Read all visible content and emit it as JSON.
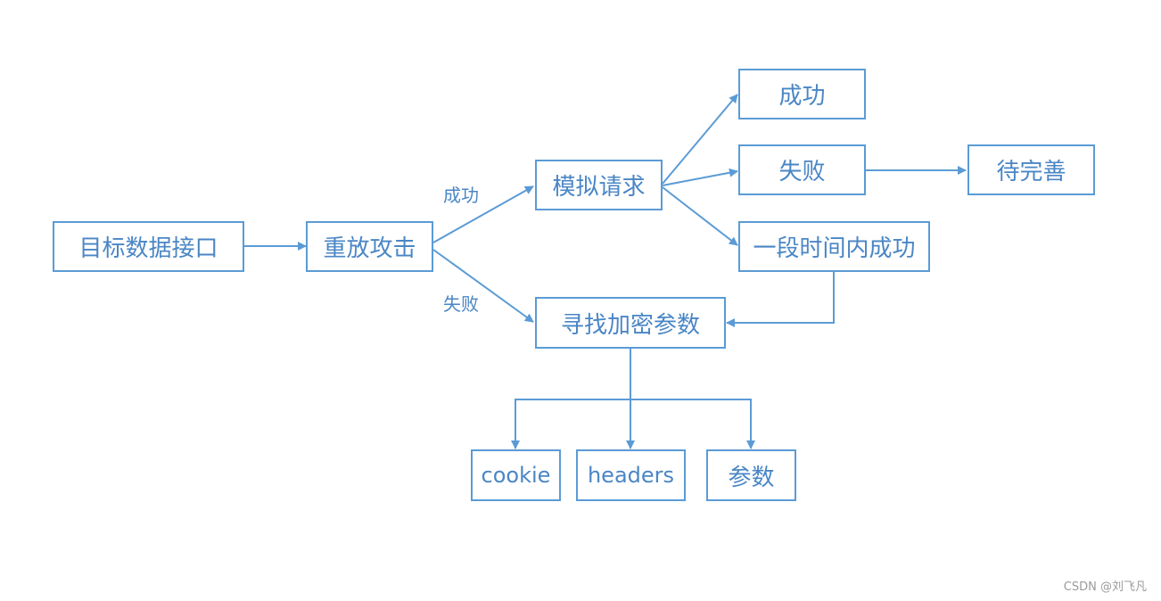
{
  "nodes": {
    "target": "目标数据接口",
    "replay": "重放攻击",
    "simulate": "模拟请求",
    "success": "成功",
    "fail": "失败",
    "todo": "待完善",
    "period_success": "一段时间内成功",
    "find_params": "寻找加密参数",
    "cookie": "cookie",
    "headers": "headers",
    "params": "参数"
  },
  "edge_labels": {
    "replay_success": "成功",
    "replay_fail": "失败"
  },
  "watermark": "CSDN @刘飞凡",
  "colors": {
    "line": "#5b9bd5",
    "text": "#4a86c5"
  }
}
